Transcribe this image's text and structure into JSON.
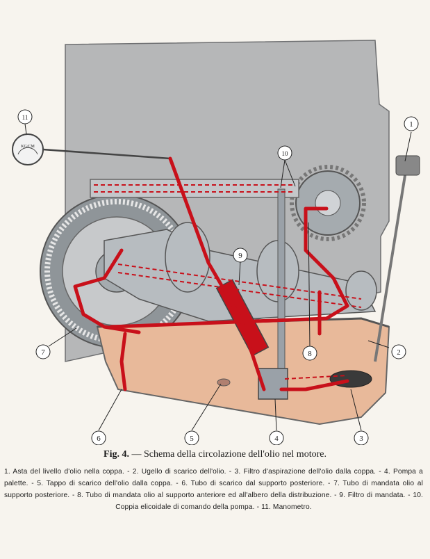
{
  "figure": {
    "callouts": [
      "1",
      "2",
      "3",
      "4",
      "5",
      "6",
      "7",
      "8",
      "9",
      "10",
      "11"
    ],
    "gauge_text": "KG/CM"
  },
  "caption": {
    "fig_label": "Fig. 4.",
    "dash": "—",
    "title": "Schema della circolazione dell'olio nel motore.",
    "legend": "1. Asta del livello d'olio nella coppa. - 2. Ugello di scarico dell'olio. - 3. Filtro d'aspirazione dell'olio dalla coppa. - 4. Pompa a palette. - 5. Tappo di scarico dell'olio dalla coppa. - 6. Tubo di scarico dal supporto posteriore. - 7. Tubo di mandata olio al supporto posteriore. - 8. Tubo di mandata olio al supporto anteriore ed all'albero della distribuzione. - 9. Filtro di mandata. - 10. Coppia elicoidale di comando della pompa. - 11. Manometro."
  },
  "colors": {
    "block": "#b6b7b8",
    "oil_red": "#c8101a",
    "oil_sump": "#e8b99a",
    "metal": "#9aa1a8"
  }
}
